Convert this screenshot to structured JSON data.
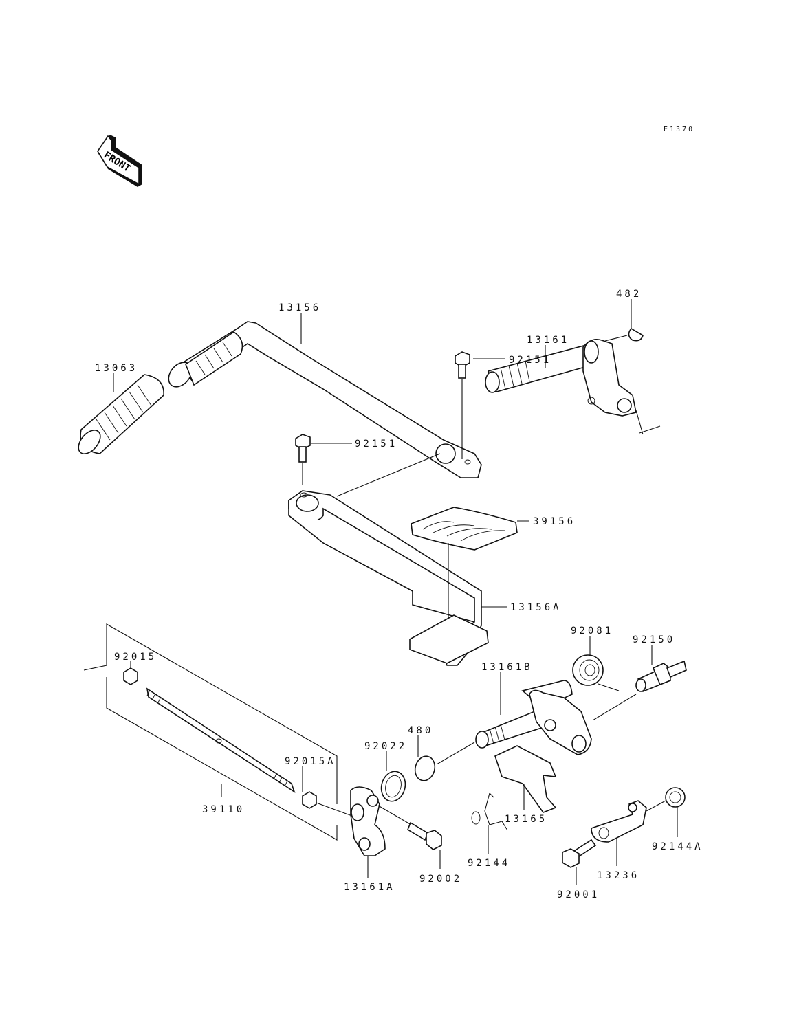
{
  "diagram": {
    "code": "E1370",
    "front_arrow": "FRONT",
    "line_color": "#111111",
    "background": "#ffffff",
    "parts": [
      {
        "id": "p13156",
        "label": "13156"
      },
      {
        "id": "p482",
        "label": "482"
      },
      {
        "id": "p13161",
        "label": "13161"
      },
      {
        "id": "p92151a",
        "label": "92151"
      },
      {
        "id": "p13063",
        "label": "13063"
      },
      {
        "id": "p92151b",
        "label": "92151"
      },
      {
        "id": "p39156",
        "label": "39156"
      },
      {
        "id": "p13156A",
        "label": "13156A"
      },
      {
        "id": "p92081",
        "label": "92081"
      },
      {
        "id": "p92150",
        "label": "92150"
      },
      {
        "id": "p92015",
        "label": "92015"
      },
      {
        "id": "p13161B",
        "label": "13161B"
      },
      {
        "id": "p480",
        "label": "480"
      },
      {
        "id": "p92022",
        "label": "92022"
      },
      {
        "id": "p92015A",
        "label": "92015A"
      },
      {
        "id": "p39110",
        "label": "39110"
      },
      {
        "id": "p13165",
        "label": "13165"
      },
      {
        "id": "p92144A",
        "label": "92144A"
      },
      {
        "id": "p92144",
        "label": "92144"
      },
      {
        "id": "p13236",
        "label": "13236"
      },
      {
        "id": "p13161A",
        "label": "13161A"
      },
      {
        "id": "p92002",
        "label": "92002"
      },
      {
        "id": "p92001",
        "label": "92001"
      }
    ]
  }
}
